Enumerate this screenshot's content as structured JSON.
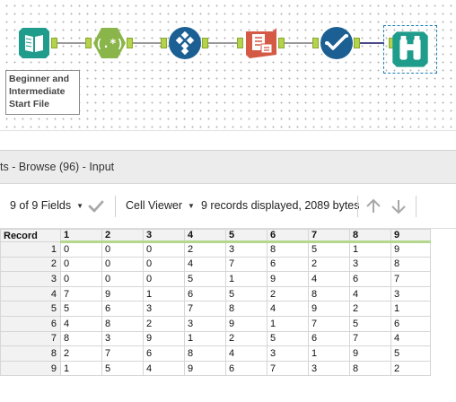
{
  "canvas": {
    "annotation_lines": [
      "Beginner and",
      "Intermediate",
      "Start File"
    ],
    "tools": [
      {
        "name": "input-data-tool",
        "icon": "book-icon",
        "color": "#1f9c8b"
      },
      {
        "name": "regex-tool",
        "icon": "regex-icon",
        "color": "#8ab54a"
      },
      {
        "name": "multi-field-tool",
        "icon": "diamond-grid-icon",
        "color": "#1c5f93"
      },
      {
        "name": "summarize-tool",
        "icon": "report-icon",
        "color": "#d45a45"
      },
      {
        "name": "test-tool",
        "icon": "checkmark-icon",
        "color": "#1c5f93"
      },
      {
        "name": "browse-tool",
        "icon": "binoculars-icon",
        "color": "#1f9c8b"
      }
    ]
  },
  "results": {
    "title": "ts - Browse (96) - Input"
  },
  "toolbar": {
    "fields_label": "9 of 9 Fields",
    "viewer_label": "Cell Viewer",
    "status": "9 records displayed, 2089 bytes"
  },
  "table": {
    "headers": [
      "Record",
      "1",
      "2",
      "3",
      "4",
      "5",
      "6",
      "7",
      "8",
      "9"
    ],
    "rows": [
      [
        "1",
        "0",
        "0",
        "0",
        "2",
        "3",
        "8",
        "5",
        "1",
        "9"
      ],
      [
        "2",
        "0",
        "0",
        "0",
        "4",
        "7",
        "6",
        "2",
        "3",
        "8"
      ],
      [
        "3",
        "0",
        "0",
        "0",
        "5",
        "1",
        "9",
        "4",
        "6",
        "7"
      ],
      [
        "4",
        "7",
        "9",
        "1",
        "6",
        "5",
        "2",
        "8",
        "4",
        "3"
      ],
      [
        "5",
        "5",
        "6",
        "3",
        "7",
        "8",
        "4",
        "9",
        "2",
        "1"
      ],
      [
        "6",
        "4",
        "8",
        "2",
        "3",
        "9",
        "1",
        "7",
        "5",
        "6"
      ],
      [
        "7",
        "8",
        "3",
        "9",
        "1",
        "2",
        "5",
        "6",
        "7",
        "4"
      ],
      [
        "8",
        "2",
        "7",
        "6",
        "8",
        "4",
        "3",
        "1",
        "9",
        "5"
      ],
      [
        "9",
        "1",
        "5",
        "4",
        "9",
        "6",
        "7",
        "3",
        "8",
        "2"
      ]
    ]
  }
}
